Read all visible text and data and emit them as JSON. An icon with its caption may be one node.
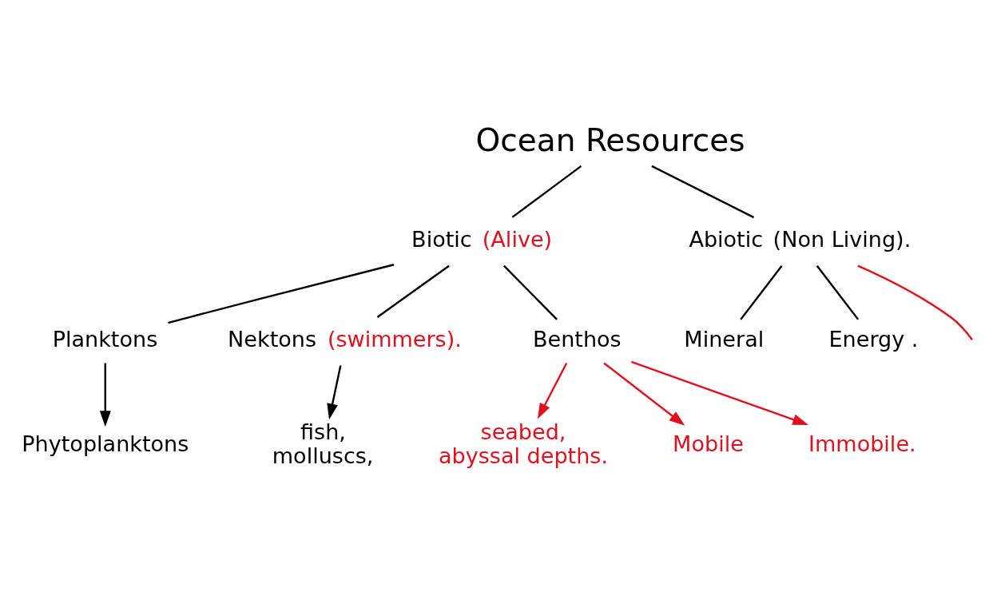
{
  "diagram": {
    "nodes": [
      {
        "text": [
          "Ocean Resources"
        ]
      },
      {
        "text": [
          "Biotic"
        ],
        "beside": [
          "(Alive)"
        ]
      },
      {
        "text": [
          "Abiotic"
        ],
        "beside": [
          "(Non Living)."
        ]
      },
      {
        "text": [
          "Planktons"
        ]
      },
      {
        "text": [
          "Nektons"
        ],
        "beside": [
          "(swimmers)."
        ]
      },
      {
        "text": [
          "Benthos"
        ]
      },
      {
        "text": [
          "Mineral"
        ]
      },
      {
        "text": [
          "Energy ."
        ]
      },
      {
        "text": [
          "Phytoplanktons"
        ]
      },
      {
        "text": [
          "fish,",
          "molluscs,"
        ]
      },
      {
        "text": [
          "seabed,",
          "abyssal depths."
        ]
      },
      {
        "text": [
          "Mobile"
        ]
      },
      {
        "text": [
          "Immobile."
        ]
      }
    ],
    "edges": [
      {
        "from": 0,
        "to": 1,
        "arrow": "none"
      },
      {
        "from": 0,
        "to": 2,
        "arrow": "none"
      },
      {
        "from": 1,
        "to": 3,
        "arrow": "none"
      },
      {
        "from": 1,
        "to": 4,
        "arrow": "none"
      },
      {
        "from": 1,
        "to": 5,
        "arrow": "none"
      },
      {
        "from": 2,
        "to": 6,
        "arrow": "none"
      },
      {
        "from": 2,
        "to": 7,
        "arrow": "none"
      },
      {
        "from": 3,
        "to": 8,
        "arrow": "to"
      },
      {
        "from": 4,
        "to": 9,
        "arrow": "to"
      },
      {
        "from": 5,
        "to": 10,
        "arrow": "to",
        "color": "#e0101e"
      },
      {
        "from": 5,
        "to": 11,
        "arrow": "to",
        "color": "#e0101e"
      },
      {
        "from": 5,
        "to": 12,
        "arrow": "to",
        "color": "#e0101e"
      },
      {
        "from": 2,
        "to": null,
        "arrow": "none",
        "color": "#e0101e"
      }
    ]
  }
}
